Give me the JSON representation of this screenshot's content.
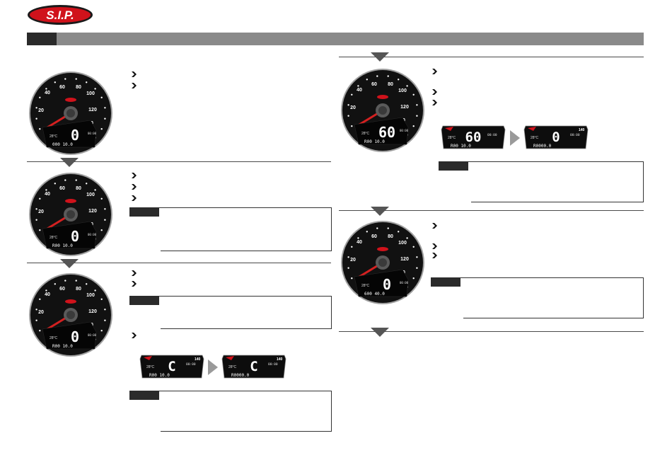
{
  "brand": {
    "logo_text": "S.I.P."
  },
  "gauge_scale": {
    "ticks": [
      "20",
      "40",
      "60",
      "80",
      "100",
      "120",
      "140"
    ]
  },
  "displays": {
    "temp": "28°C",
    "odo_main": "000 10.0",
    "odo_variant_a": "R00 10.0",
    "odo_variant_b": "R0000.0",
    "odo_variant_c": "600 40.0",
    "speed_zero": "0",
    "speed_sixty": "60",
    "speed_c": "C",
    "clock": "00:00",
    "max_badge": "140"
  },
  "colors": {
    "section_bar": "#8a8a8a",
    "section_tab": "#2a2a2a",
    "gauge_face": "#111111",
    "needle": "#d42020",
    "lcd_bg": "#0d0d0d",
    "logo_red": "#d0121b"
  }
}
